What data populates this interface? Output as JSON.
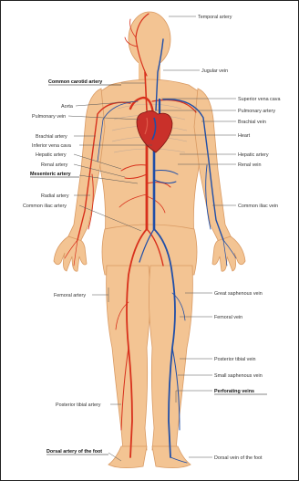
{
  "colors": {
    "skin": "#f3c493",
    "skin_edge": "#d99a63",
    "artery": "#d8301c",
    "vein": "#1f4ea8",
    "border": "#222222"
  },
  "labels": {
    "temporal_artery": "Temporal artery",
    "jugular_vein": "Jugular vein",
    "common_carotid_artery": "Common carotid artery",
    "superior_vena_cava": "Superior vena cava",
    "aorta": "Aorta",
    "pulmonary_artery": "Pulmonary artery",
    "pulmonary_vein": "Pulmonary vein",
    "brachial_vein": "Brachial vein",
    "brachial_artery": "Brachial artery",
    "heart": "Heart",
    "inferior_vena_cava": "Inferior vena cava",
    "hepatic_artery_left": "Hepatic artery",
    "hepatic_artery_right": "Hepatic artery",
    "renal_artery": "Renal artery",
    "renal_vein": "Renal vein",
    "mesenteric_artery": "Mesenteric artery",
    "radial_artery": "Radial artery",
    "common_iliac_artery": "Common iliac artery",
    "common_iliac_vein": "Common iliac vein",
    "great_saphenous_vein": "Great saphenous vein",
    "femoral_artery": "Femoral artery",
    "femoral_vein": "Femoral vein",
    "posterior_tibial_vein": "Posterior tibial vein",
    "small_saphenous_vein": "Small saphenous vein",
    "perforating_veins": "Perforating veins",
    "posterior_tibial_artery": "Posterior tibial artery",
    "dorsal_artery_of_foot": "Dorsal artery of the foot",
    "dorsal_vein_of_foot": "Dorsal vein of the foot"
  }
}
